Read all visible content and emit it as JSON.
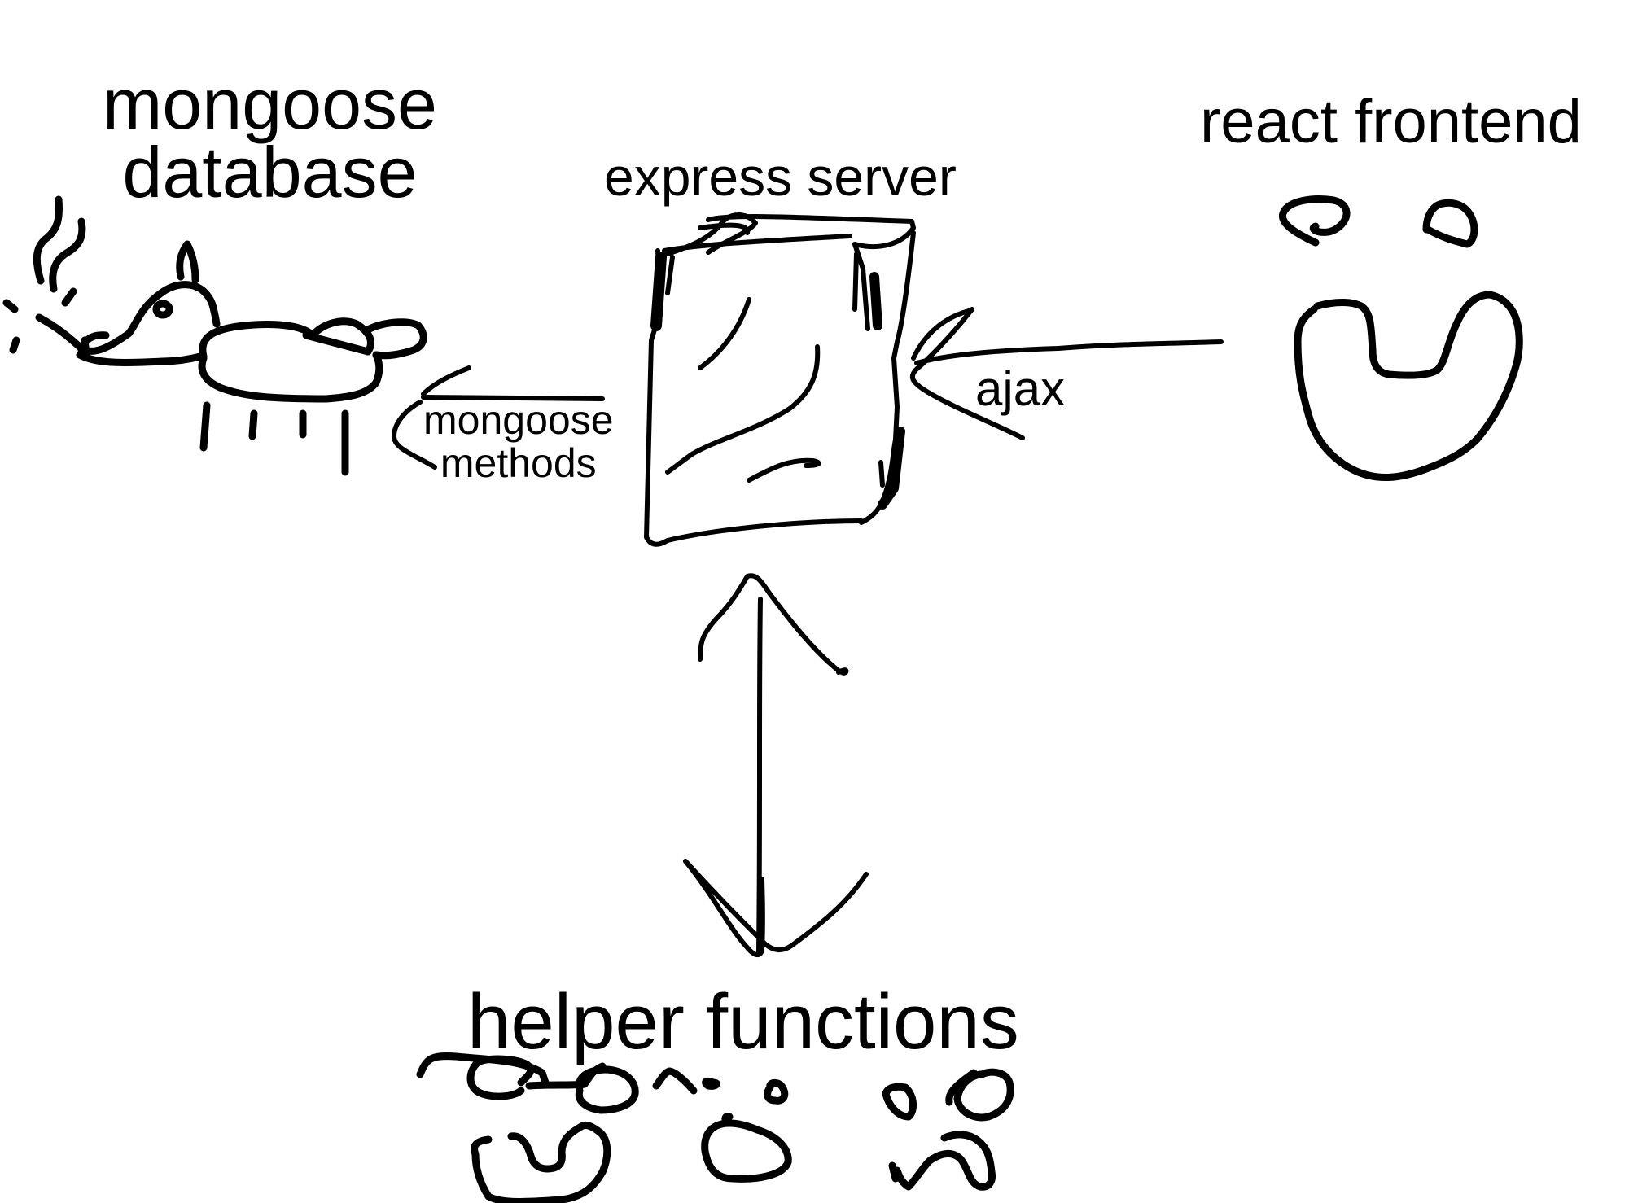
{
  "nodes": {
    "database": {
      "line1": "mongoose",
      "line2": "database",
      "icon": "dog-icon"
    },
    "server": {
      "label": "express server",
      "icon": "box-icon"
    },
    "frontend": {
      "label": "react frontend",
      "icon": "smiley-face-icon"
    },
    "helpers": {
      "label": "helper functions",
      "icon": "faces-icon"
    }
  },
  "edges": {
    "server_to_database": {
      "line1": "mongoose",
      "line2": "methods"
    },
    "frontend_to_server": {
      "label": "ajax"
    },
    "server_helpers": {
      "label": ""
    }
  },
  "colors": {
    "ink": "#000000",
    "background": "#ffffff"
  }
}
